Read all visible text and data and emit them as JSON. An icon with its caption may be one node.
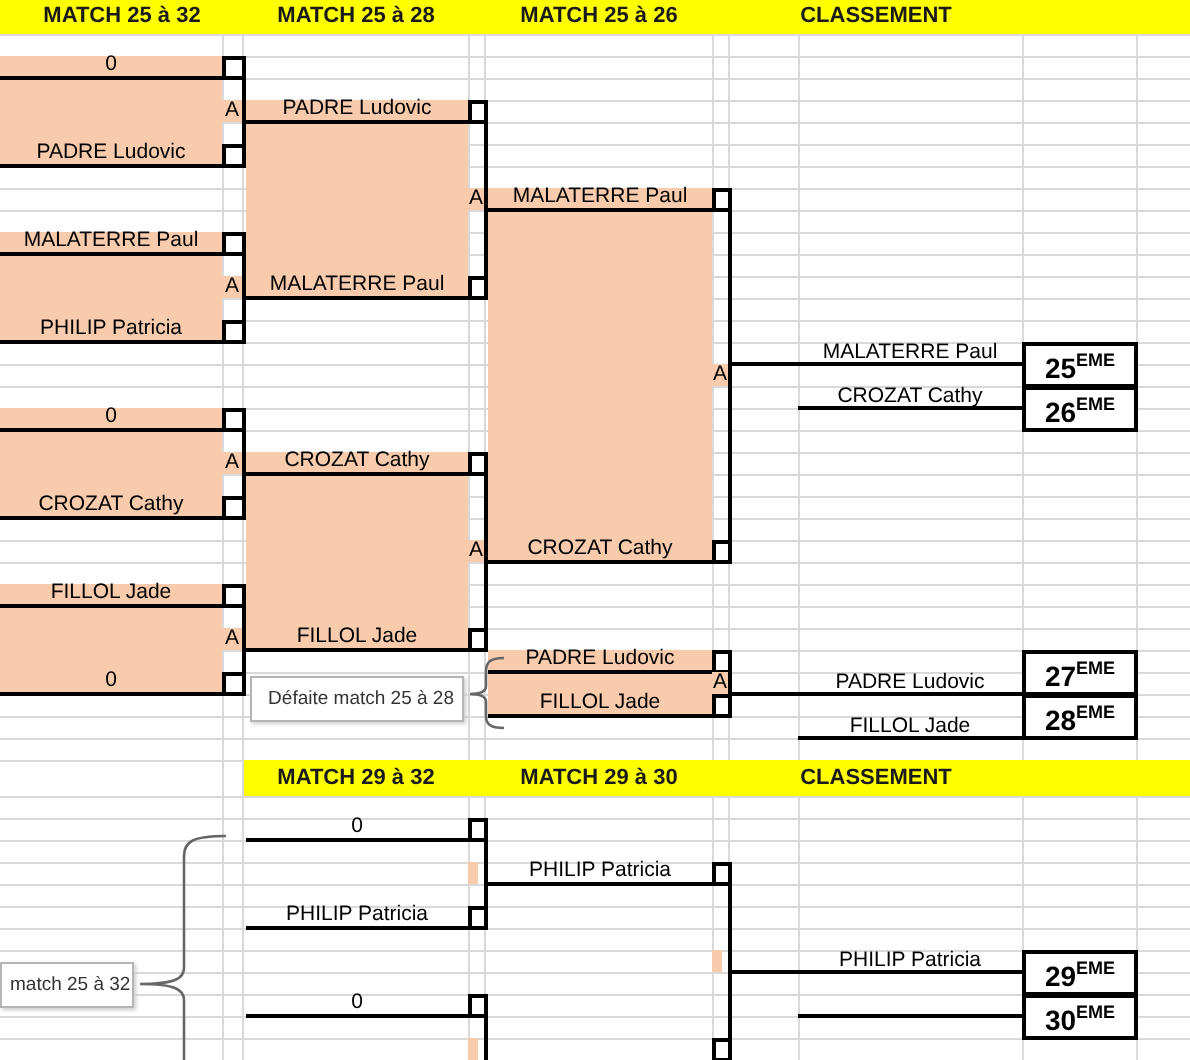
{
  "diagram": {
    "nodes": [
      {
        "text": [
          "0"
        ]
      },
      {
        "text": [
          "PADRE Ludovic"
        ]
      },
      {
        "text": [
          "MALATERRE Paul"
        ]
      },
      {
        "text": [
          "PHILIP Patricia"
        ]
      },
      {
        "text": [
          "0"
        ]
      },
      {
        "text": [
          "CROZAT Cathy"
        ]
      },
      {
        "text": [
          "FILLOL Jade"
        ]
      },
      {
        "text": [
          "0"
        ]
      },
      {
        "text": [
          "PADRE Ludovic"
        ]
      },
      {
        "text": [
          "MALATERRE Paul"
        ]
      },
      {
        "text": [
          "CROZAT Cathy"
        ]
      },
      {
        "text": [
          "FILLOL Jade"
        ]
      },
      {
        "text": [
          "MALATERRE Paul"
        ]
      },
      {
        "text": [
          "CROZAT Cathy"
        ]
      },
      {
        "text": [
          "PADRE Ludovic"
        ]
      },
      {
        "text": [
          "FILLOL Jade"
        ]
      },
      {
        "text": [
          "MALATERRE Paul"
        ]
      },
      {
        "text": [
          "CROZAT Cathy"
        ]
      },
      {
        "text": [
          "PADRE Ludovic"
        ]
      },
      {
        "text": [
          "FILLOL Jade"
        ]
      },
      {
        "text": [
          "25$^{EME}$"
        ]
      },
      {
        "text": [
          "26$^{EME}$"
        ]
      },
      {
        "text": [
          "27$^{EME}$"
        ]
      },
      {
        "text": [
          "28$^{EME}$"
        ]
      },
      {
        "text": [
          "0"
        ]
      },
      {
        "text": [
          "PHILIP Patricia"
        ]
      },
      {
        "text": [
          "0"
        ]
      },
      {
        "text": [
          "PHILIP Patricia"
        ]
      },
      {
        "text": [
          "PHILIP Patricia"
        ]
      },
      {
        "text": [
          "29$^{EME}$"
        ]
      },
      {
        "text": [
          "30$^{EME}$"
        ]
      },
      {
        "text": [],
        "shape": "box"
      }
    ],
    "edges": [
      {
        "from": 0,
        "to": 8,
        "arrow": "none"
      },
      {
        "from": 1,
        "to": 8,
        "arrow": "none"
      },
      {
        "from": 2,
        "to": 9,
        "arrow": "none"
      },
      {
        "from": 3,
        "to": 9,
        "arrow": "none"
      },
      {
        "from": 4,
        "to": 10,
        "arrow": "none"
      },
      {
        "from": 5,
        "to": 10,
        "arrow": "none"
      },
      {
        "from": 6,
        "to": 11,
        "arrow": "none"
      },
      {
        "from": 7,
        "to": 11,
        "arrow": "none"
      },
      {
        "from": 8,
        "to": 12,
        "arrow": "none"
      },
      {
        "from": 9,
        "to": 12,
        "arrow": "none"
      },
      {
        "from": 10,
        "to": 13,
        "arrow": "none"
      },
      {
        "from": 11,
        "to": 13,
        "arrow": "none"
      },
      {
        "from": 12,
        "to": 16,
        "arrow": "none"
      },
      {
        "from": 13,
        "to": 16,
        "arrow": "none"
      },
      {
        "from": 14,
        "to": 18,
        "arrow": "none"
      },
      {
        "from": 15,
        "to": 18,
        "arrow": "none"
      },
      {
        "from": 24,
        "to": 27,
        "arrow": "none"
      },
      {
        "from": 25,
        "to": 27,
        "arrow": "none"
      },
      {
        "from": 26,
        "to": null,
        "arrow": "none"
      },
      {
        "from": 27,
        "to": 28,
        "arrow": "none"
      },
      {
        "from": 31,
        "to": 28,
        "arrow": "none"
      }
    ],
    "labels": [
      "MATCH 25 à 32",
      "MATCH 25 à 28",
      "MATCH 25 à 26",
      "CLASSEMENT",
      "A",
      "A",
      "A",
      "A",
      "A",
      "A",
      "A",
      "A",
      "Défaite match 25 à 28",
      "MATCH 29 à 32",
      "MATCH 29 à 30",
      "CLASSEMENT",
      "match 25 à 32"
    ]
  }
}
